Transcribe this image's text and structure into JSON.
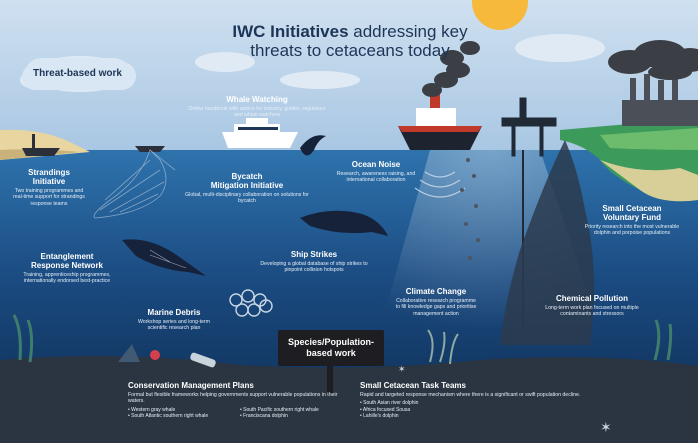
{
  "title": {
    "bold": "IWC Initiatives",
    "rest_line1": " addressing key",
    "line2": "threats to cetaceans today"
  },
  "badges": {
    "threat_based": "Threat-based work",
    "species_population_line1": "Species/Population-",
    "species_population_line2": "based work"
  },
  "initiatives": {
    "whale_watching": {
      "heading": "Whale Watching",
      "desc": "Online handbook with advice for industry, guides, regulators and whale watchers"
    },
    "strandings": {
      "heading_line1": "Strandings",
      "heading_line2": "Initiative",
      "desc": "Two training programmes and real-time support for strandings response teams"
    },
    "bycatch": {
      "heading_line1": "Bycatch",
      "heading_line2": "Mitigation Initiative",
      "desc": "Global, multi-disciplinary collaboration on solutions for bycatch"
    },
    "ocean_noise": {
      "heading": "Ocean Noise",
      "desc": "Research, awareness raising, and international collaboration"
    },
    "small_cetacean_fund": {
      "heading_line1": "Small Cetacean",
      "heading_line2": "Voluntary Fund",
      "desc": "Priority research into the most vulnerable dolphin and porpoise populations"
    },
    "entanglement": {
      "heading_line1": "Entanglement",
      "heading_line2": "Response Network",
      "desc": "Training, apprenticeship programmes, internationally endorsed best-practice"
    },
    "ship_strikes": {
      "heading": "Ship Strikes",
      "desc": "Developing a global database of ship strikes to pinpoint collision hotspots"
    },
    "climate_change": {
      "heading": "Climate Change",
      "desc": "Collaborative research programme to fill knowledge gaps and prioritise management action"
    },
    "chemical_pollution": {
      "heading": "Chemical Pollution",
      "desc": "Long-term work plan focused on multiple contaminants and stressors"
    },
    "marine_debris": {
      "heading": "Marine Debris",
      "desc": "Workshop series and long-term scientific research plan"
    },
    "conservation_plans": {
      "heading": "Conservation Management Plans",
      "desc": "Formal but flexible frameworks helping governments support vulnerable populations in their waters.",
      "items_col1": [
        "Western gray whale",
        "South Atlantic southern right whale"
      ],
      "items_col2": [
        "South Pacific southern right whale",
        "Franciscana dolphin"
      ]
    },
    "task_teams": {
      "heading": "Small Cetacean Task Teams",
      "desc": "Rapid and targeted response mechanism where there is a significant or swift population decline.",
      "items": [
        "South Asian river dolphin",
        "Africa focused Sousa",
        "Lahille's dolphin"
      ]
    }
  },
  "colors": {
    "title_navy": "#1d3557",
    "sky_top": "#bcd3ea",
    "sea_surface": "#2a6aa2",
    "sea_deep": "#0e2c52",
    "seabed": "#2a3440",
    "sun": "#f6b93b",
    "sign": "#1d1d22"
  }
}
